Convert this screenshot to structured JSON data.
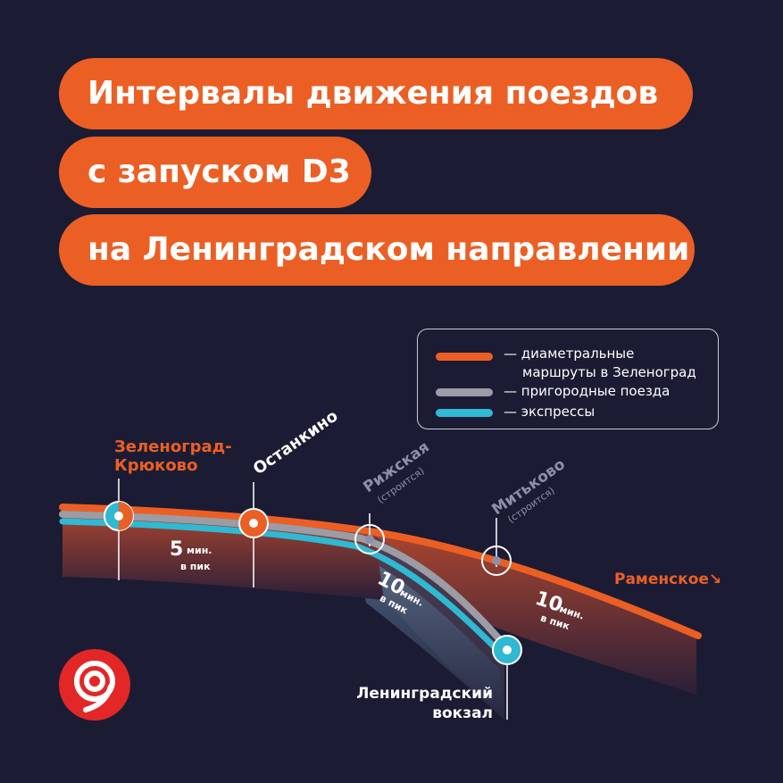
{
  "title": {
    "line1": "Интервалы движения поездов",
    "line2": "с запуском D3",
    "line3": "на Ленинградском направлении"
  },
  "legend": {
    "items": [
      {
        "color": "#ec5f24",
        "line1": "— диаметральные",
        "line2": "маршруты в Зеленоград"
      },
      {
        "color": "#9b9ca6",
        "line1": "— пригородные поезда"
      },
      {
        "color": "#2fb9d2",
        "line1": "— экспрессы"
      }
    ]
  },
  "stations": {
    "zelenograd": {
      "line1": "Зеленоград-",
      "line2": "Крюково"
    },
    "ostankino": "Останкино",
    "rizhskaya": {
      "name": "Рижская",
      "note": "(строится)"
    },
    "mitkovo": {
      "name": "Митьково",
      "note": "(строится)"
    },
    "leningradsky": {
      "line1": "Ленинградский",
      "line2": "вокзал"
    },
    "ramenskoe": "Раменское↘"
  },
  "intervals": {
    "a": {
      "value": "5",
      "unit": "мин.",
      "note": "в пик"
    },
    "b": {
      "value": "10",
      "unit": "мин.",
      "note": "в пик"
    },
    "c": {
      "value": "10",
      "unit": "мин.",
      "note": "в пик"
    }
  },
  "colors": {
    "background": "#1b1c34",
    "orange": "#ec5f24",
    "gray": "#9b9ca6",
    "cyan": "#2fb9d2",
    "muted": "#8d8fa8",
    "logo": "#e32726"
  },
  "logo_icon": "moscow-transport-logo-icon"
}
